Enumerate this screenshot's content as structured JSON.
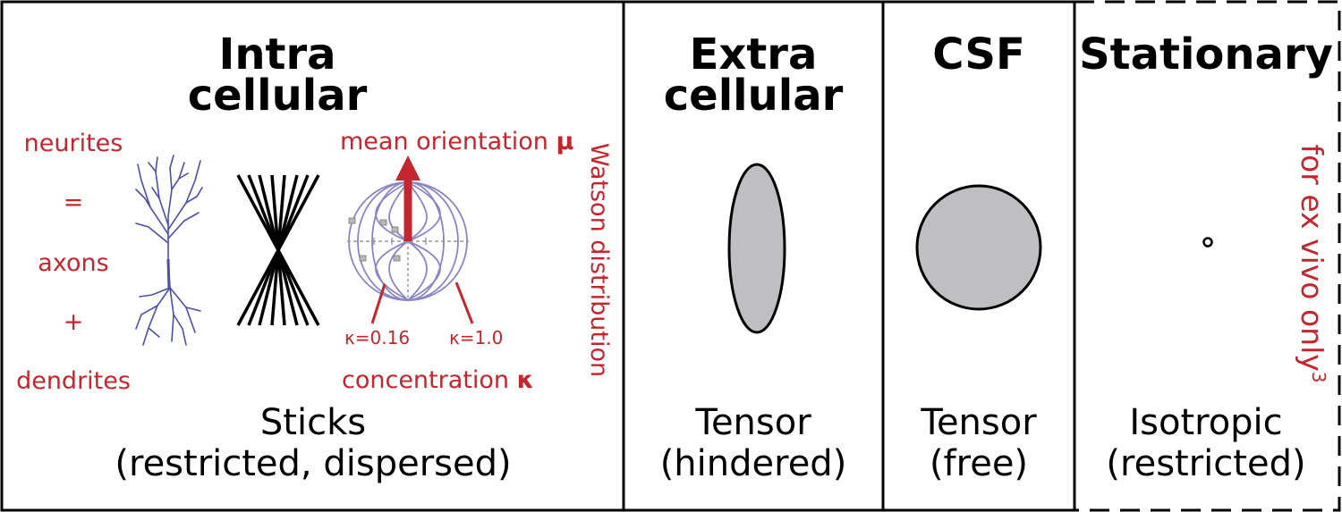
{
  "panels": {
    "intra": {
      "title_line1": "Intra",
      "title_line2": "cellular",
      "neurite_terms": [
        "neurites",
        "=",
        "axons",
        "+",
        "dendrites"
      ],
      "mean_orientation_label": "mean orientation",
      "mu_symbol": "μ",
      "kappa_low": "κ=0.16",
      "kappa_high": "κ=1.0",
      "concentration_label": "concentration",
      "kappa_symbol": "κ",
      "watson_label": "Watson distribution",
      "bottom_line1": "Sticks",
      "bottom_line2": "(restricted, dispersed)"
    },
    "extra": {
      "title_line1": "Extra",
      "title_line2": "cellular",
      "bottom_line1": "Tensor",
      "bottom_line2": "(hindered)"
    },
    "csf": {
      "title": "CSF",
      "bottom_line1": "Tensor",
      "bottom_line2": "(free)"
    },
    "stationary": {
      "title": "Stationary",
      "ex_vivo_label": "for ex vivo only",
      "footnote": "3",
      "bottom_line1": "Isotropic",
      "bottom_line2": "(restricted)"
    }
  },
  "colors": {
    "annotation_red": "#c4262e",
    "shape_fill": "#bfbfc1",
    "neuron_blue": "#4a4fa8",
    "sphere_lines": "#8a86c4"
  }
}
